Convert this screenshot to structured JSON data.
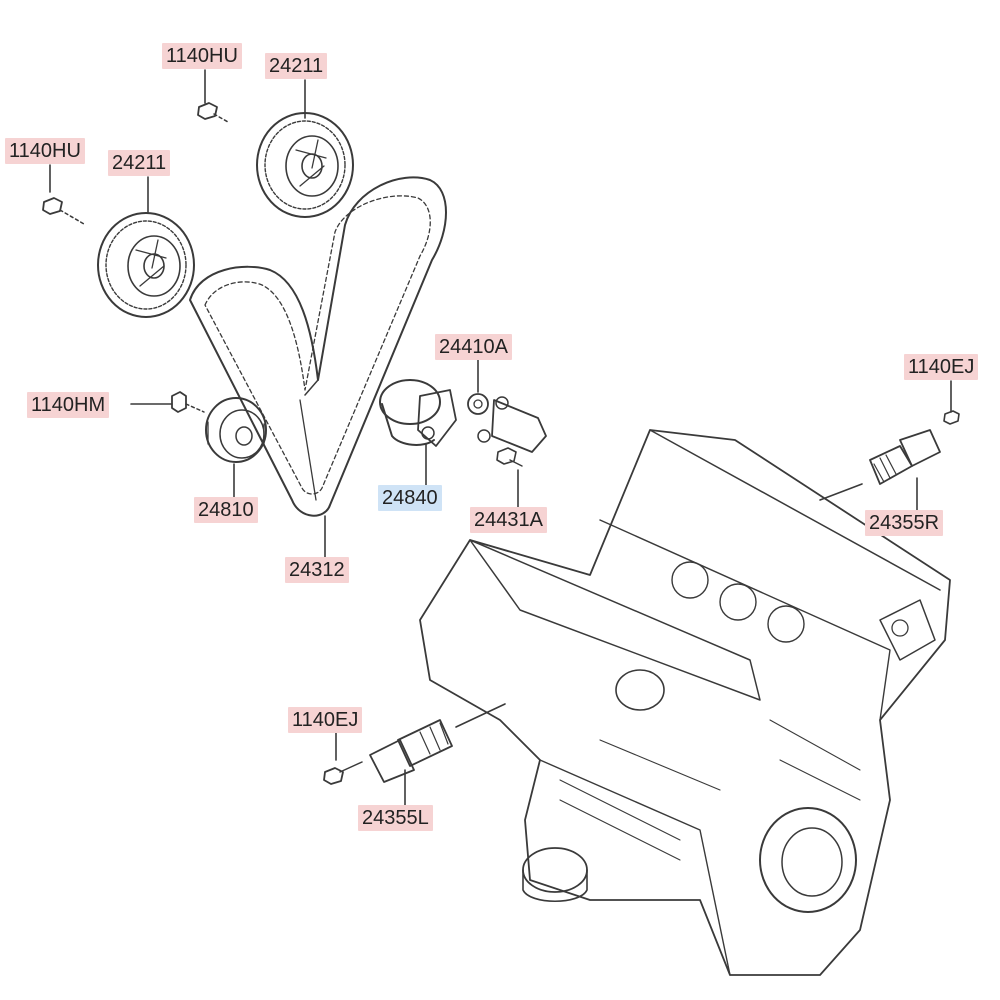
{
  "colors": {
    "label_bg": "#f6d3d3",
    "label_bg_highlight": "#cfe3f6",
    "line": "#3a3a3a"
  },
  "labels": {
    "bolt_cam_top": "1140HU",
    "cam_sprocket_top": "24211",
    "bolt_cam_left": "1140HU",
    "cam_sprocket_left": "24211",
    "tensioner_assy": "24410A",
    "bolt_right": "1140EJ",
    "bolt_idler": "1140HM",
    "tensioner_pulley": "24840",
    "idler_pulley": "24810",
    "tensioner_bolt": "24431A",
    "ocv_right": "24355R",
    "timing_belt": "24312",
    "bolt_left": "1140EJ",
    "ocv_left": "24355L"
  }
}
